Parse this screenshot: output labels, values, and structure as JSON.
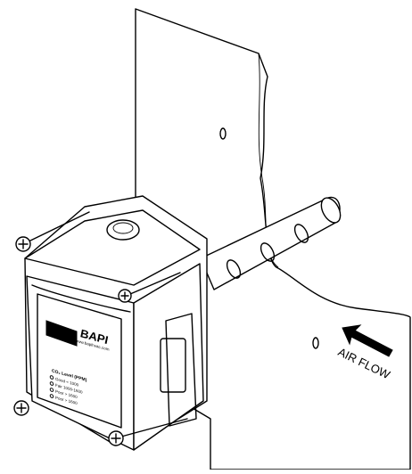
{
  "labels": {
    "air_flow": "AIR FLOW",
    "brand": "BAPI",
    "brand_sub": "www.bapihvac.com",
    "co2_level": "CO₂ Level (PPM)",
    "levels": [
      "Good < 1000",
      "Fair 1000-1600",
      "Poor > 1600",
      "Poor > 1600"
    ]
  }
}
